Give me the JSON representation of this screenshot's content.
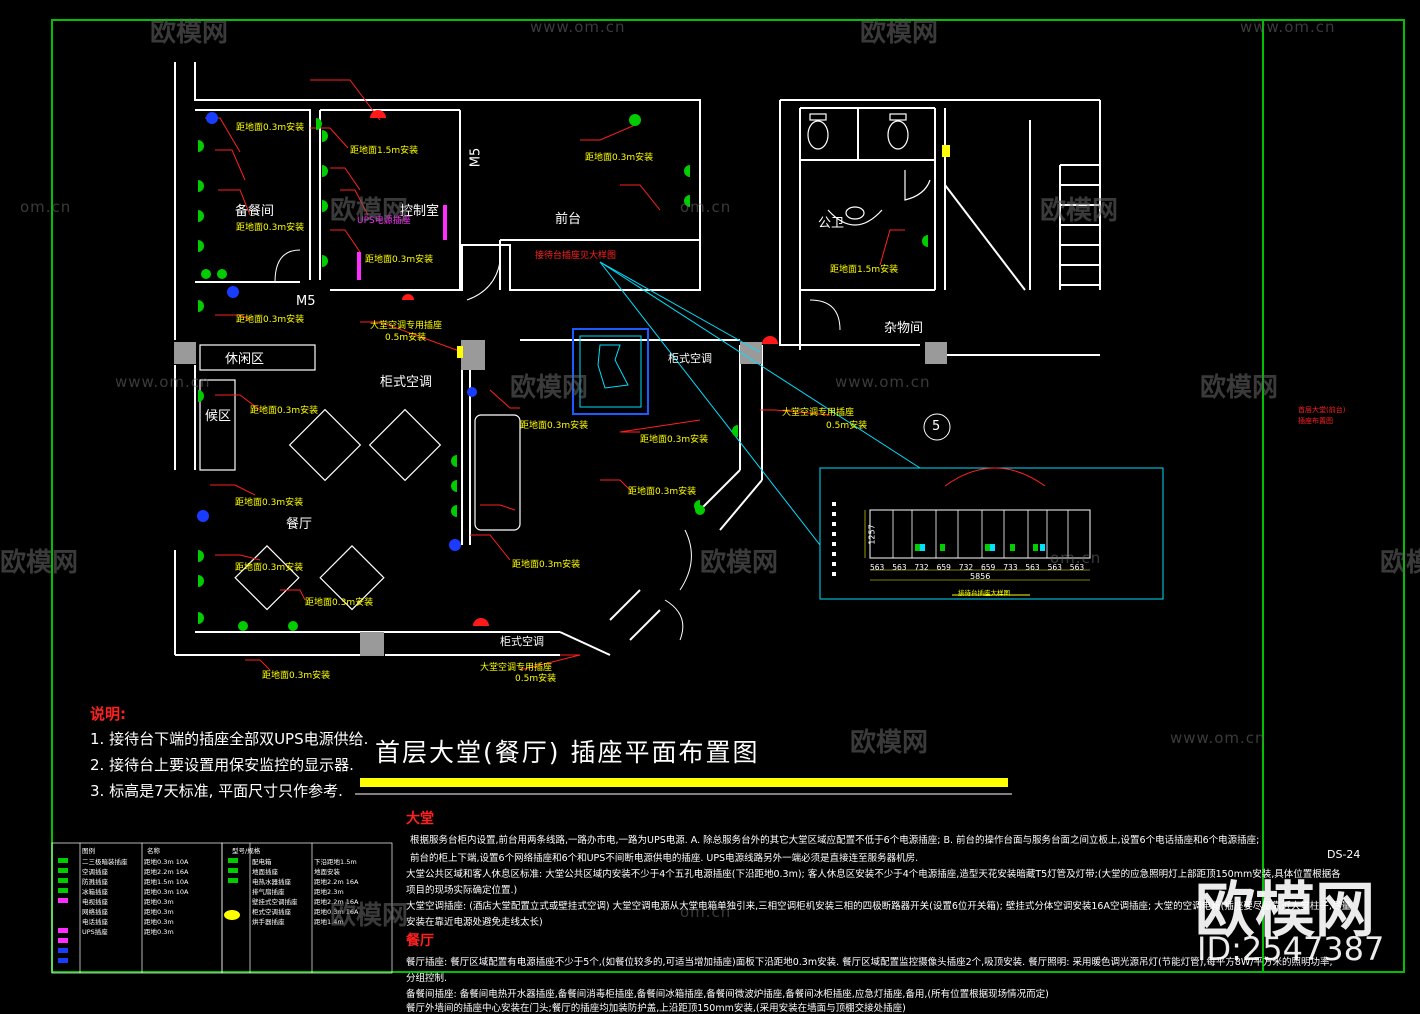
{
  "drawing": {
    "title": "首层大堂(餐厅) 插座平面布置图",
    "sheet_no": "DS-24",
    "side_label_1": "首层大堂(前台)",
    "side_label_2": "插座布置图"
  },
  "rooms": {
    "reception": "前台",
    "storage_room": "备餐间",
    "control_room": "控制室",
    "toilet": "公卫",
    "misc_room": "杂物间",
    "lounge": "休闲区",
    "waiting": "候区",
    "restaurant": "餐厅",
    "door_m5_a": "M5",
    "door_m5_b": "M5",
    "ac_1": "柜式空调",
    "ac_2": "柜式空调",
    "ac_3": "柜式空调",
    "detail_callout": "接待台插座见大样图",
    "grid_no": "5"
  },
  "annotations": {
    "socket_h03": "距地面0.3m安装",
    "socket_h15": "距地面1.5m安装",
    "ac_socket": "大堂空调专用插座",
    "ac_height": "0.5m安装",
    "ups_socket": "UPS电源插座",
    "ac_socket_2": "大堂空调专用插座"
  },
  "notes": {
    "heading": "说明:",
    "items": [
      "1. 接待台下端的插座全部双UPS电源供给.",
      "2. 接待台上要设置用保安监控的显示器.",
      "3. 标高是7天标准, 平面尺寸只作参考."
    ]
  },
  "detail": {
    "dims": [
      "563",
      "563",
      "732",
      "659",
      "732",
      "659",
      "733",
      "563",
      "563",
      "563"
    ],
    "total": "5856",
    "height": "1257",
    "caption": "接待台插座大样图"
  },
  "sections": [
    {
      "title": "大堂",
      "lines": [
        "根据服务台柜内设置,前台用两条线路,一路办市电,一路为UPS电源. A. 除总服务台外的其它大堂区域应配置不低于6个电源插座; B. 前台的操作台面与服务台面之间立板上,设置6个电话插座和6个电源插座;",
        "前台的柜上下端,设置6个网络插座和6个和UPS不间断电源供电的插座. UPS电源线路另外一端必须是直接连至服务器机房.",
        "大堂公共区域和客人休息区标准: 大堂公共区域内安装不少于4个五孔电源插座(下沿距地0.3m); 客人休息区安装不少于4个电源插座,造型天花安装暗藏T5灯管及灯带;(大堂的应急照明灯上部距顶150mm安装,具体位置根据各",
        "项目的现场实际确定位置.)",
        "大堂空调插座: (酒店大堂配置立式或壁挂式空调) 大堂空调电源从大堂电箱单独引来,三相空调柜机安装三相的四极断路器开关(设置6位开关箱); 壁挂式分体空调安装16A空调插座; 大堂的空调电箱(插座要尽量靠近大堂柱子,尽量",
        "安装在靠近电源处避免走线太长)"
      ]
    },
    {
      "title": "餐厅",
      "lines": [
        "餐厅插座: 餐厅区域配置有电源插座不少于5个,(如餐位较多的,可适当增加插座)面板下沿距地0.3m安装. 餐厅区域配置监控摄像头插座2个,吸顶安装. 餐厅照明: 采用暖色调光源吊灯(节能灯管),每平方8W/平方米的照明功率,",
        "分组控制.",
        "备餐间插座: 备餐间电热开水器插座,备餐间消毒柜插座,备餐间冰箱插座,备餐间微波炉插座,备餐间冰柜插座,应急灯插座,备用,(所有位置根据现场情况而定)",
        "餐厅外墙间的插座中心安装在门头;餐厅的插座均加装防护盖,上沿距顶150mm安装,(采用安装在墙面与顶棚交接处插座)"
      ]
    }
  ],
  "legend": {
    "header": [
      "图例",
      "名称",
      "型号/规格"
    ],
    "rows": [
      [
        "二三极暗装插座",
        "距地0.3m 10A"
      ],
      [
        "空调插座",
        "距地2.2m 16A"
      ],
      [
        "防溅插座",
        "距地1.5m 10A"
      ],
      [
        "冰箱插座",
        "距地0.3m 10A"
      ],
      [
        "电视插座",
        "距地0.3m"
      ],
      [
        "网络插座",
        "距地0.3m"
      ],
      [
        "电话插座",
        "距地0.3m"
      ],
      [
        "UPS插座",
        "距地0.3m"
      ],
      [
        "配电箱",
        "下沿距地1.5m"
      ],
      [
        "地面插座",
        "地面安装"
      ],
      [
        "电热水器插座",
        "距地2.2m 16A"
      ],
      [
        "排气扇插座",
        "距地2.3m"
      ],
      [
        "壁挂式空调插座",
        "距地2.2m 16A"
      ],
      [
        "柜式空调插座",
        "距地0.3m 16A"
      ],
      [
        "烘手器插座",
        "距地1.4m"
      ]
    ]
  },
  "watermarks": {
    "brand": "欧模网",
    "site": "www.om.cn",
    "site_short": "om.cn",
    "id": "ID:2547387"
  },
  "colors": {
    "wall": "#ffffff",
    "frame": "#00c000",
    "socket_green": "#00cc00",
    "socket_blue": "#1a3cff",
    "socket_red": "#ff1a1a",
    "text_yellow": "#ffff00",
    "leader_red": "#ff2020",
    "cyan": "#00e0ff",
    "magenta": "#ff2dff",
    "title_bar": "#ffff00"
  }
}
